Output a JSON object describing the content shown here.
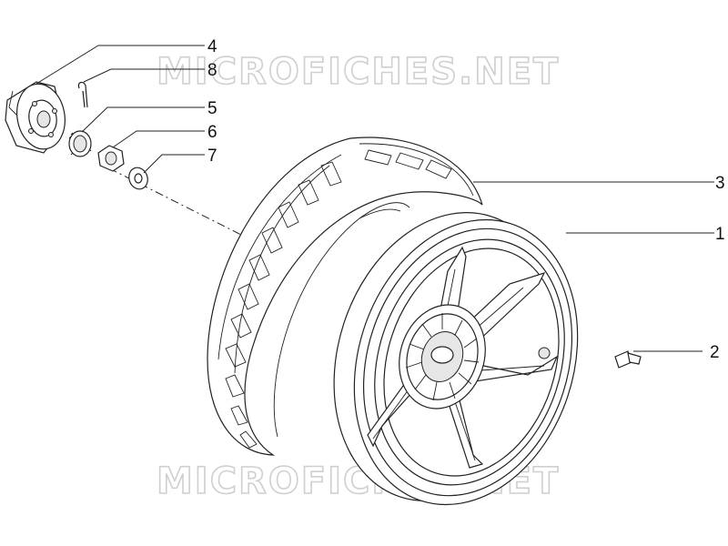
{
  "diagram": {
    "watermark_top": "MICROFICHES.NET",
    "watermark_bottom": "MICROFICHES.NET",
    "callouts": [
      {
        "id": "c4",
        "number": "4"
      },
      {
        "id": "c8",
        "number": "8"
      },
      {
        "id": "c5",
        "number": "5"
      },
      {
        "id": "c6",
        "number": "6"
      },
      {
        "id": "c7",
        "number": "7"
      },
      {
        "id": "c3",
        "number": "3"
      },
      {
        "id": "c1",
        "number": "1"
      },
      {
        "id": "c2",
        "number": "2"
      }
    ]
  }
}
